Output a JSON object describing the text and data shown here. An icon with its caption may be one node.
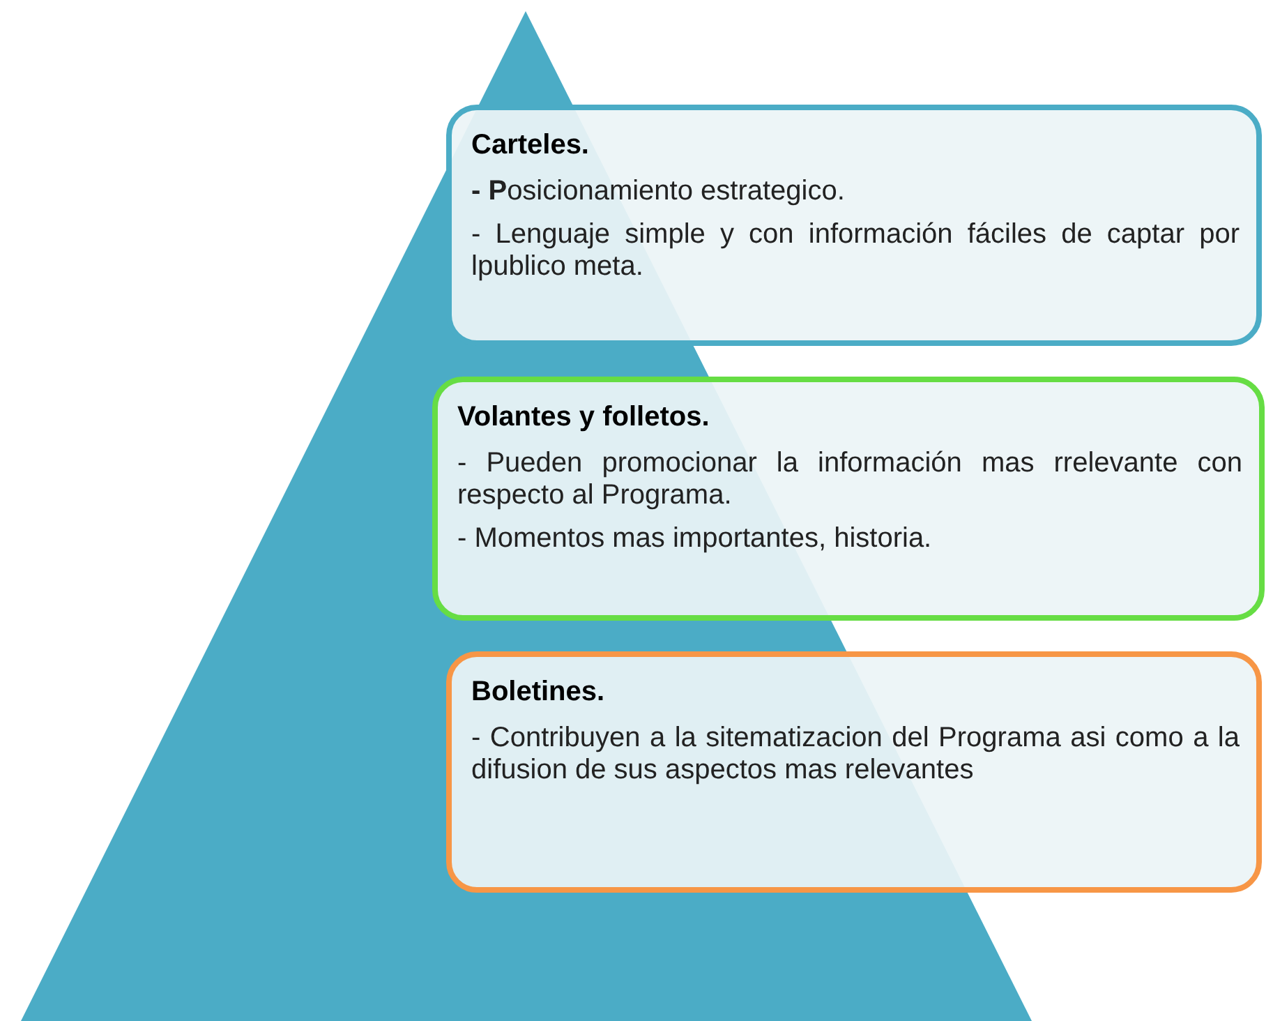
{
  "diagram": {
    "nodes": [
      {
        "text": [
          "Carteles.",
          "**- P**osicionamiento estrategico.",
          "- Lenguaje simple y con información fáciles de captar por lpublico meta."
        ]
      },
      {
        "text": [
          "Volantes y folletos.",
          "- Pueden promocionar la información mas rrelevante con respecto al Programa.",
          "- Momentos mas importantes, historia."
        ]
      },
      {
        "text": [
          "Boletines.",
          "- Contribuyen a la sitematizacion del Programa asi como a la difusion de sus aspectos mas relevantes"
        ]
      }
    ]
  }
}
